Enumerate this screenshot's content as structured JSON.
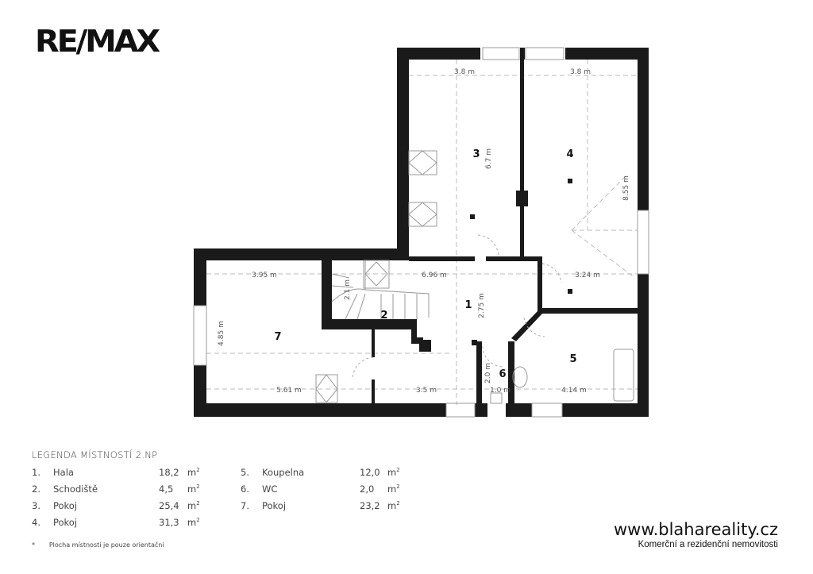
{
  "logo": "RE/MAX",
  "plan": {
    "rooms": [
      {
        "num": "1"
      },
      {
        "num": "2"
      },
      {
        "num": "3"
      },
      {
        "num": "4"
      },
      {
        "num": "5"
      },
      {
        "num": "6"
      },
      {
        "num": "7"
      }
    ],
    "dimensions": [
      "3.8 m",
      "3.8 m",
      "6.7 m",
      "8.55 m",
      "3.95 m",
      "6.96 m",
      "3.24 m",
      "2.75 m",
      "2.1 m",
      "4.85 m",
      "5.61 m",
      "3.5 m",
      "1.0 m",
      "4.14 m",
      "2.0 m"
    ]
  },
  "legend": {
    "title": "LEGENDA MÍSTNOSTÍ 2.NP",
    "unit": "m",
    "unit_exp": "2",
    "items": [
      {
        "num": "1.",
        "name": "Hala",
        "area": "18,2"
      },
      {
        "num": "2.",
        "name": "Schodiště",
        "area": "4,5"
      },
      {
        "num": "3.",
        "name": "Pokoj",
        "area": "25,4"
      },
      {
        "num": "4.",
        "name": "Pokoj",
        "area": "31,3"
      },
      {
        "num": "5.",
        "name": "Koupelna",
        "area": "12,0"
      },
      {
        "num": "6.",
        "name": "WC",
        "area": "2,0"
      },
      {
        "num": "7.",
        "name": "Pokoj",
        "area": "23,2"
      }
    ],
    "note_mark": "*",
    "note": "Plocha místností je pouze orientační"
  },
  "footer": {
    "url": "www.blahareality.cz",
    "tagline": "Komerční a rezidenční nemovitosti"
  }
}
